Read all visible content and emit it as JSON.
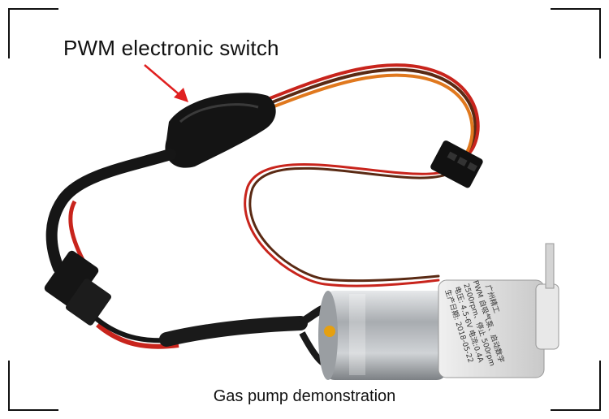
{
  "annotation": {
    "title": "PWM electronic switch",
    "arrow_color": "#e02020"
  },
  "caption": "Gas pump demonstration",
  "pump_label": {
    "brand": "广州精工",
    "line1": "PWM 自吸气泵、启动数字",
    "line2": "2500rpm、停止 500rpm",
    "line3": "电压: 4.5-6V  电流:0.4A",
    "line4": "生产日期: 2018-05-22"
  },
  "colors": {
    "wire_red": "#c8241c",
    "wire_orange": "#e0781e",
    "wire_brown": "#5a2a14",
    "heatshrink_black": "#141414",
    "motor_silver": "#b8bcc0"
  }
}
